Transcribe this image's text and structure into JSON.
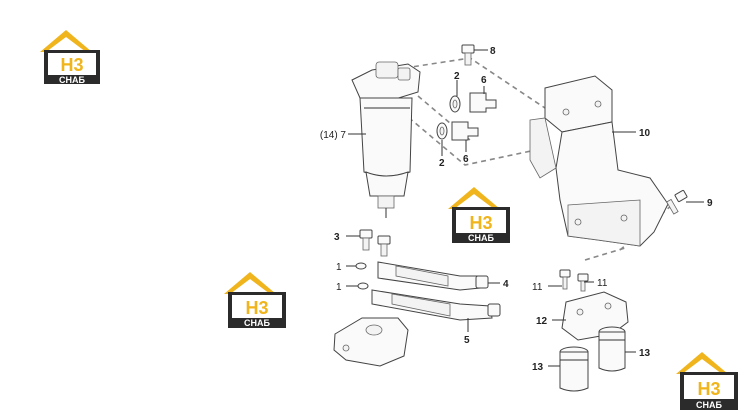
{
  "logo": {
    "mark_text": "H3",
    "brand_text": "СНАБ",
    "colors": {
      "roof": "#f0b41c",
      "body": "#2b2b2b",
      "text": "#ffffff"
    }
  },
  "callouts": {
    "c1a": "1",
    "c1b": "1",
    "c2a": "2",
    "c2b": "2",
    "c3": "3",
    "c4": "4",
    "c5": "5",
    "c6a": "6",
    "c6b": "6",
    "c7": "(14) 7",
    "c8": "8",
    "c9": "9",
    "c10": "10",
    "c11a": "11",
    "c11b": "11",
    "c12": "12",
    "c13a": "13",
    "c13b": "13"
  }
}
